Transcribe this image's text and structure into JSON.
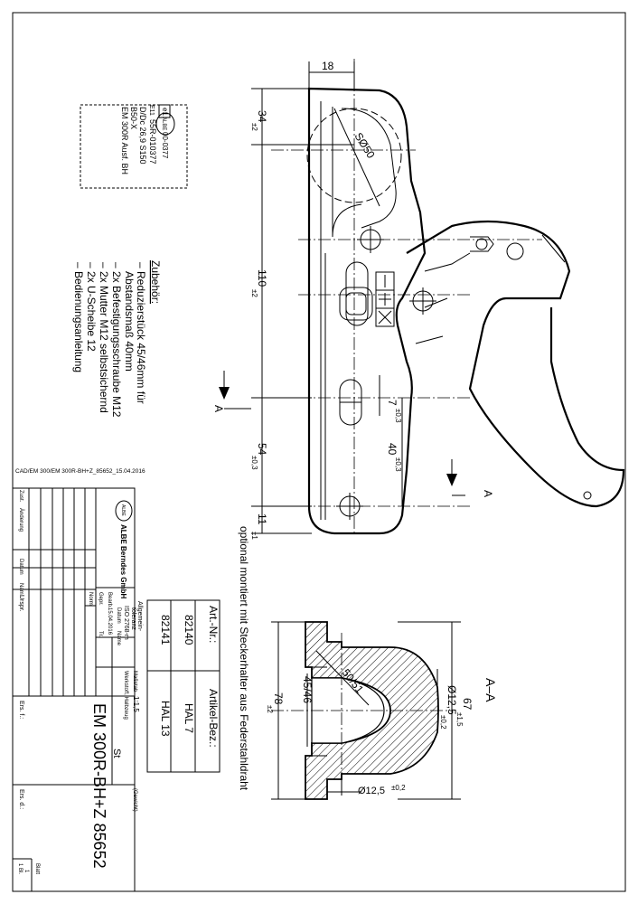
{
  "file_info": "CAD/EM 300/EM 300R-BH+Z_85652_15.04.2016",
  "dimensions": {
    "d18": "18",
    "sphere": "SØ50",
    "d34": "34",
    "tol34": "±2",
    "d110": "110",
    "tol110": "±2",
    "d54": "54",
    "tol54": "±0,3",
    "d11": "11",
    "tol11": "±1",
    "d7": "7",
    "tol7": "±0,3",
    "d40": "40",
    "tol40": "±0,3",
    "d67": "67",
    "tol67": "±1,5",
    "d12a": "Ø12,5",
    "tol12a": "±0,2",
    "d12b": "Ø12,5",
    "tol12b": "±0,2",
    "d78": "78",
    "tol78": "±2",
    "d45": "45/46",
    "d50": "50/51"
  },
  "section": {
    "letter_left": "A",
    "letter_right": "A",
    "label": "A–A"
  },
  "cert": {
    "e1": "e1",
    "code1": "00-0377",
    "e11": "E11",
    "code2": "55R-010377",
    "dc": "D/Dc 26,9  S150",
    "class": "B50-X",
    "model": "EM 300R Ausf. BH"
  },
  "accessories": {
    "heading": "Zubehör:",
    "items": [
      "– Reduzierstück 45/46mm für",
      "Abstandsmaß 40mm",
      "– 2x Befestigungsschraube M12",
      "– 2x Mutter M12 selbstsichernd",
      "– 2x U-Scheibe 12",
      "– Bedienungsanleitung"
    ]
  },
  "optional_note": "optional montiert mit Steckerhalter aus Federstahldraht",
  "parts_table": {
    "headers": [
      "Art.-Nr.:",
      "Artikel-Bez.:"
    ],
    "rows": [
      [
        "82140",
        "HAL 7"
      ],
      [
        "82141",
        "HAL 13"
      ]
    ]
  },
  "title_block": {
    "company": "ALBE Berndes GmbH",
    "general_tol": "Allgemein-",
    "toleranz": "toleranz",
    "iso": "ISO 2768-m",
    "massstab_label": "Maßstab",
    "massstab": "1:1,5",
    "gewicht": "(Gewicht)",
    "werkstoff_label": "Werkstoff, Halbzeug",
    "werkstoff": "St",
    "drawing_title": "EM 300R-BH+Z  85652",
    "datum": "Datum",
    "name": "Name",
    "bearb": "Bearb.",
    "bearb_date": "15.04.2016",
    "gepr": "Gepr.",
    "norm": "Norm",
    "tr": "Tr.",
    "zust": "Zust.",
    "aenderung": "Änderung",
    "datum2": "Datum",
    "name2": "Nam.",
    "urspr": "Urspr.",
    "ers_f": "Ers. f.:",
    "ers_d": "Ers. d.:",
    "blatt": "Blatt",
    "blatt_no": "1",
    "bl": "1 Bl."
  },
  "logo_text": "ALBE"
}
